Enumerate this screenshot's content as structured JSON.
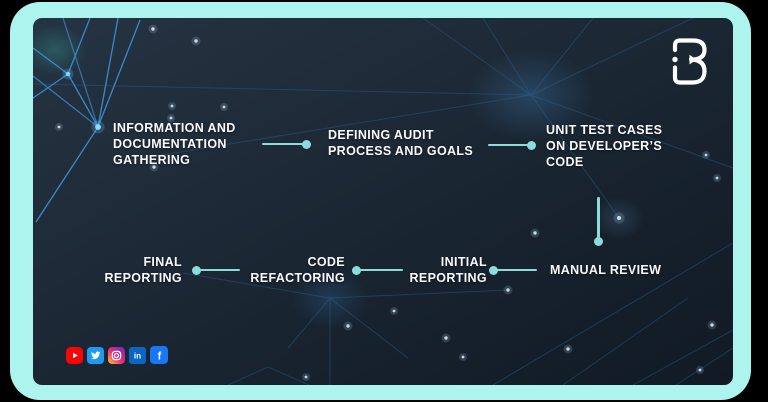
{
  "flow": {
    "top_row": [
      {
        "id": "information-documentation-gathering",
        "lines": [
          "INFORMATION AND",
          "DOCUMENTATION",
          "GATHERING"
        ]
      },
      {
        "id": "defining-audit-process-and-goals",
        "lines": [
          "DEFINING AUDIT",
          "PROCESS AND GOALS"
        ]
      },
      {
        "id": "unit-test-cases-on-developers-code",
        "lines": [
          "UNIT TEST CASES",
          "ON DEVELOPER’S",
          "CODE"
        ]
      }
    ],
    "bottom_row": [
      {
        "id": "final-reporting",
        "lines": [
          "FINAL",
          "REPORTING"
        ]
      },
      {
        "id": "code-refactoring",
        "lines": [
          "CODE",
          "REFACTORING"
        ]
      },
      {
        "id": "initial-reporting",
        "lines": [
          "INITIAL",
          "REPORTING"
        ]
      },
      {
        "id": "manual-review",
        "lines": [
          "MANUAL REVIEW"
        ]
      }
    ]
  },
  "icons": {
    "brand_logo": "ib-monogram-logo",
    "social": [
      "youtube-icon",
      "twitter-icon",
      "instagram-icon",
      "linkedin-icon",
      "facebook-icon"
    ],
    "linkedin_glyph": "in",
    "facebook_glyph": "f"
  },
  "colors": {
    "frame_border": "#ADF4EE",
    "panel_background": "#1B2531",
    "connector": "#8CDCDC",
    "text": "#FAFBFC",
    "network_lines": "#3E93D8",
    "youtube": "#FF0202",
    "twitter": "#1D9BF0",
    "linkedin": "#0A66C2",
    "facebook": "#1877F2"
  }
}
